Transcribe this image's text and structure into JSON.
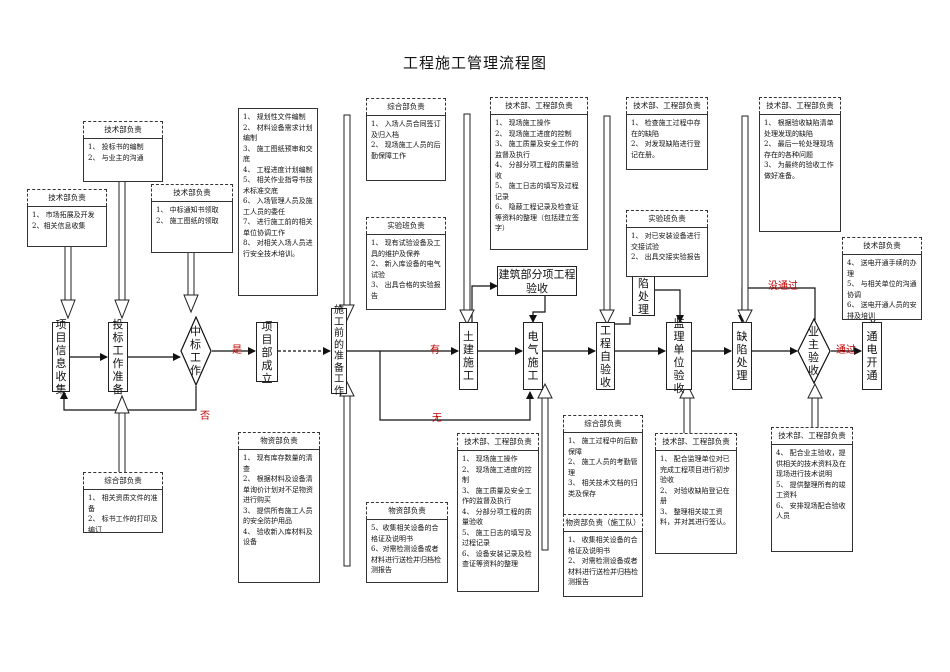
{
  "title": "工程施工管理流程图",
  "nodes": {
    "info_collect": "项目信息收集",
    "bid_prepare": "投标工作准备",
    "project_setup": "项目部成立",
    "pre_construction": "施工前的准备工作",
    "civil": "土建施工",
    "electrical": "电气施工",
    "self_inspect": "工程自验收",
    "defect_fix1": "缺陷处理",
    "supervision_check": "监理单位验收",
    "defect_fix2": "缺陷处理",
    "power_on": "通电开通",
    "sub_acceptance": "建筑部分项工程验收"
  },
  "decisions": {
    "win_bid": "中标工作",
    "owner_acceptance": "业主验收"
  },
  "edge_labels": {
    "yes": "是",
    "no": "否",
    "has": "有",
    "none": "无",
    "passed": "通过",
    "failed": "没通过"
  },
  "notes": {
    "n1": {
      "head": "技术部负责",
      "body": "1、    市场拓展及开发\n2、相关信息收集"
    },
    "n2": {
      "head": "技术部负责",
      "body": "1、    投标书的编制\n2、    与业主的沟通"
    },
    "n3": {
      "head": "技术部负责",
      "body": "1、    中标通知书领取\n2、    施工图纸的领取"
    },
    "n4": {
      "head": "",
      "body": "1、    规划性文件编制\n2、    材料设备需求计划编制\n3、    施工图纸预审和交底\n4、    工程进度计划编制\n5、    相关作业指导书技术标准交底\n6、    入场管理人员及施工人员的委任\n7、    进行施工前的相关单位协调工作\n8、    对相关入场人员进行安全技术培训。"
    },
    "n5": {
      "head": "综合部负责",
      "body": "1、    入场人员合同签订及归入档\n2、    现场施工人员的后勤保障工作"
    },
    "n6": {
      "head": "实验班负责",
      "body": "1、    现有试验设备及工具的维护及保养\n2、    新入库设备的电气试验\n3、    出具合格的实验报告"
    },
    "n7": {
      "head": "技术部、工程部负责",
      "body": "1、    现场施工操作\n2、    现场施工进度的控制\n3、    施工质量及安全工作的监督及执行\n4、    分部分项工程的质量验收\n5、    施工日志的填写及过程记录\n6、    隐蔽工程记录及检查证等资料的整理（包括建立签字）"
    },
    "n8": {
      "head": "技术部、工程部负责",
      "body": "1、    检查施工过程中存在的缺陷\n2、    对发现缺陷进行登记在册。"
    },
    "n9": {
      "head": "实验班负责",
      "body": "1、    对已安装设备进行交接试验\n2、    出具交接实验报告"
    },
    "n10": {
      "head": "技术部、工程部负责",
      "body": "1、    根据验收缺陷清单处理发现的缺陷\n2、    最后一轮处理现场存在的各种问题\n3、    为最终的验收工作做好准备。"
    },
    "n11": {
      "head": "技术部负责",
      "body": "4、    送电开通手续的办理\n5、    与相关单位的沟通协调\n6、    送电开通人员的安排及培训"
    },
    "n12": {
      "head": "综合部负责",
      "body": "1、    相关资质文件的准备\n2、    标书工作的打印及编订"
    },
    "n13": {
      "head": "物资部负责",
      "body": "1、    现有库存数量的清查\n2、    根据材料及设备清单询价计划对不足物资进行购买\n3、    提供所有施工人员的安全防护用品\n4、    验收新入库材料及设备"
    },
    "n14": {
      "head": "物资部负责",
      "body": "5、收集相关设备的合格证及说明书\n6、对需检测设备或者材料进行送检并归档检测报告"
    },
    "n15": {
      "head": "技术部、工程部负责",
      "body": "1、    现场施工操作\n2、    现场施工进度的控制\n3、    施工质量及安全工作的监督及执行\n4、    分部分项工程的质量验收\n5、    施工日志的填写及过程记录\n6、    设备安装记录及检查证等资料的整理"
    },
    "n16": {
      "head": "综合部负责",
      "body": "1、    施工过程中的后勤保障\n2、    施工人员的考勤管理\n3、    相关技术文档的归类及保存"
    },
    "n17": {
      "head": "物资部负责（施工队）",
      "body": "1、    收集相关设备的合格证及说明书\n2、    对需检测设备或者材料进行送检并归档检测报告"
    },
    "n18": {
      "head": "技术部、工程部负责",
      "body": "1、    配合监理单位对已完成工程项目进行初步验收\n2、    对验收缺陷登记在册\n3、    整理相关竣工资料，并对其进行签认。"
    },
    "n19": {
      "head": "技术部、工程部负责",
      "body": "4、    配合业主验收，提供相关的技术资料及在现场进行技术说明\n5、    提供整理所有的竣工资料\n6、    安排现场配合验收人员"
    }
  }
}
